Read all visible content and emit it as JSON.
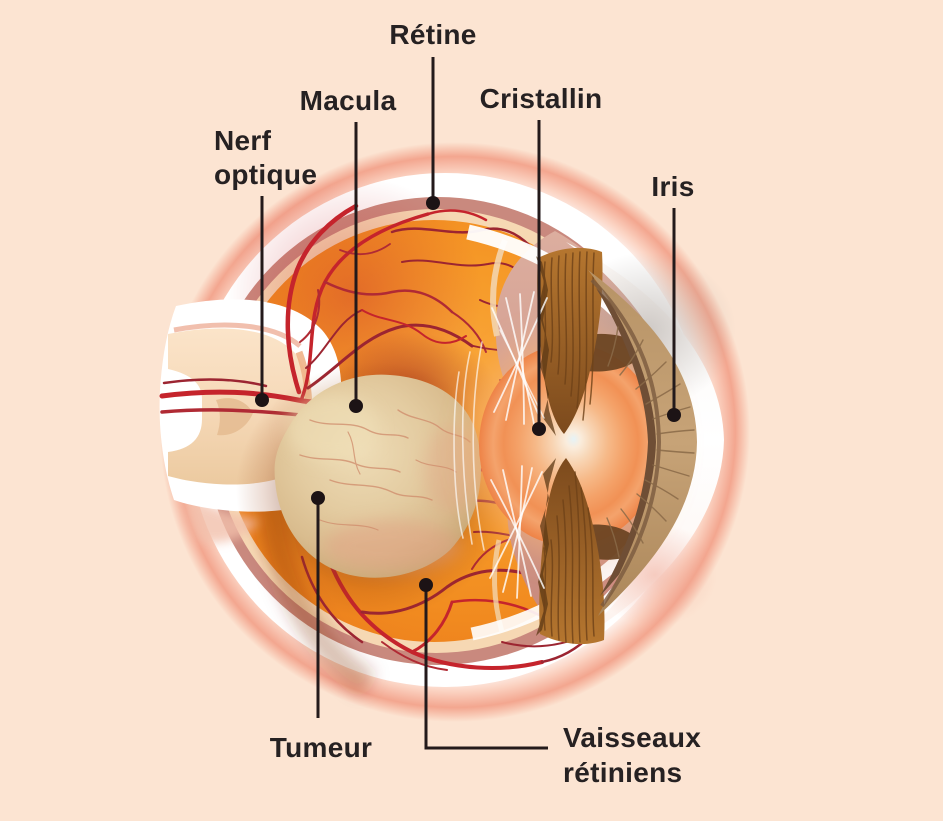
{
  "figure": {
    "labels": {
      "retine": "Rétine",
      "macula": "Macula",
      "nerf_optique": [
        "Nerf",
        "optique"
      ],
      "cristallin": "Cristallin",
      "iris": "Iris",
      "tumeur": "Tumeur",
      "vaisseaux_retiniens": [
        "Vaisseaux",
        "rétiniens"
      ]
    },
    "colors": {
      "background": "#fce4d2",
      "label_text": "#262122",
      "pointer_line": "#231a1b",
      "pointer_dot": "#1c1315",
      "outer_glow_pink": "#f3a68f",
      "sclera_white": "#ffffff",
      "choroid_rose": "#c9897e",
      "retina_cream": "#f6d8b3",
      "vitreous_orange": "#f59325",
      "vessel_red": "#c5242c",
      "vessel_dark_red": "#9c2531",
      "tumor_tan": "#dcc094",
      "iris_brown": "#c7a377",
      "ciliary_brown": "#7c4a1d",
      "lens_orange": "#f4a269",
      "lens_highlight": "#e6f3f7",
      "optic_nerve_cream": "#f6d9b8"
    }
  }
}
